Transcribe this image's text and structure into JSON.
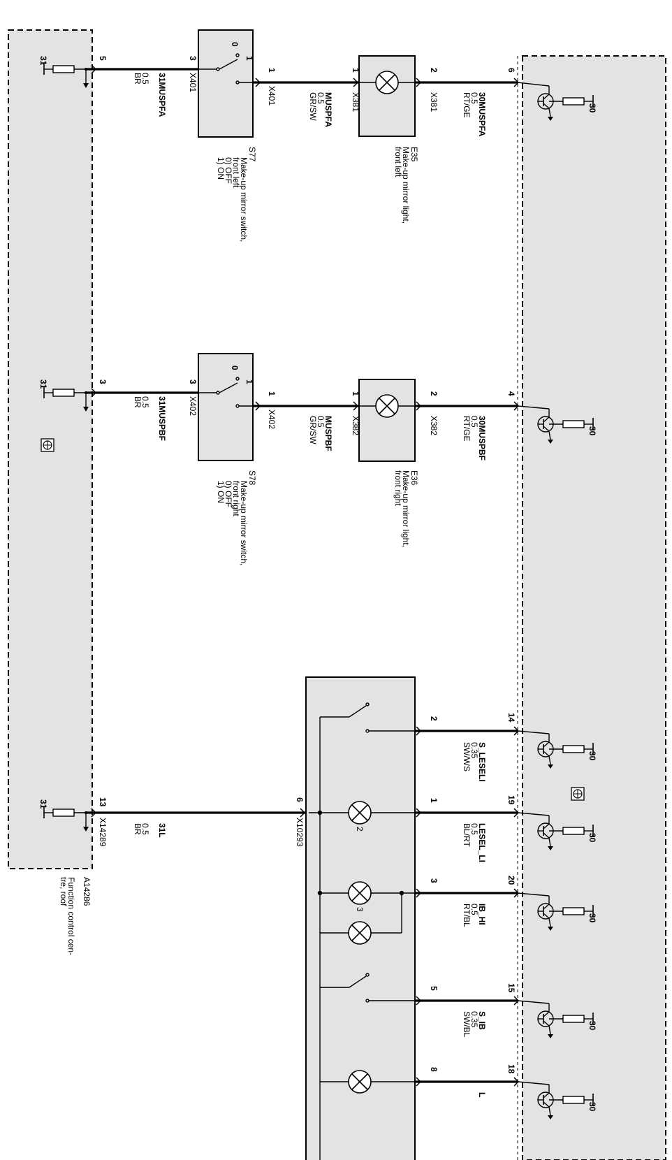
{
  "diagram": {
    "ecu_left": {
      "id": "A14286",
      "desc": [
        "Function control cen-",
        "tre, roof"
      ]
    },
    "ground_term": "31",
    "supply_term": "30",
    "left_pins": [
      "5",
      "3",
      "13"
    ],
    "right_pins": [
      "6",
      "4",
      "14",
      "19",
      "20",
      "15",
      "18"
    ],
    "switches": [
      {
        "id": "S77",
        "desc": [
          "Make-up mirror switch,",
          "front left",
          "0) OFF",
          "1) ON"
        ],
        "pin_a": "3",
        "pin_b": "1",
        "conn": "X401",
        "pos0": "0",
        "pos1": "1",
        "wire_in": [
          "31MUSPFA",
          "0.5",
          "BR"
        ]
      },
      {
        "id": "S78",
        "desc": [
          "Make-up mirror switch,",
          "front right",
          "0) OFF",
          "1) ON"
        ],
        "pin_a": "3",
        "pin_b": "1",
        "conn": "X402",
        "pos0": "0",
        "pos1": "1",
        "wire_in": [
          "31MUSPBF",
          "0.5",
          "BR"
        ]
      }
    ],
    "mid_wires": [
      [
        "MUSPFA",
        "0.5",
        "GR/SW"
      ],
      [
        "MUSPBF",
        "0.5",
        "GR/SW"
      ]
    ],
    "lights": [
      {
        "id": "E35",
        "desc": [
          "Make-up mirror light,",
          "front left"
        ],
        "pin_a": "1",
        "pin_b": "2",
        "conn": "X381",
        "wire_out": [
          "30MUSPFA",
          "0.5",
          "RT/GE"
        ]
      },
      {
        "id": "E36",
        "desc": [
          "Make-up mirror light,",
          "front right"
        ],
        "pin_a": "1",
        "pin_b": "2",
        "conn": "X382",
        "wire_out": [
          "30MUSPBF",
          "0.5",
          "RT/GE"
        ]
      }
    ],
    "interior_light": {
      "conn_ground": "X10293",
      "pin_ground": "6",
      "pins": [
        "2",
        "1",
        "3",
        "5",
        "8"
      ],
      "lamp_nums": [
        "2",
        "3"
      ],
      "wires": [
        [
          "S_LESELI",
          "0.35",
          "SW/WS"
        ],
        [
          "LESEL_LI",
          "0.5",
          "BL/RT"
        ],
        [
          "IB_HI",
          "0.5",
          "RT/BL"
        ],
        [
          "S_IB",
          "0.35",
          "SW/BL"
        ]
      ],
      "partial_wire": "L"
    },
    "ground_wire": {
      "conn": "X14289",
      "lines": [
        "31L",
        "0.5",
        "BR"
      ]
    }
  }
}
